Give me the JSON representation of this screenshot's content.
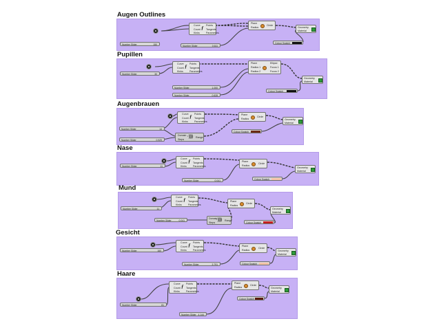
{
  "sections": [
    {
      "id": "augen",
      "title": "Augen Outlines",
      "divide": {
        "in": [
          "Curve",
          "Count",
          "Kinks"
        ],
        "out": [
          "Points",
          "Tangents",
          "Parameters"
        ]
      },
      "shape": {
        "in": [
          "Plane",
          "Radius"
        ],
        "out": [
          "Circle"
        ]
      },
      "preview": {
        "in": [
          "Geometry",
          "Material"
        ]
      },
      "sliders": [
        {
          "label": "Number Slider",
          "value": "150"
        },
        {
          "label": "Number Slider",
          "value": "0.611"
        }
      ],
      "swatch": {
        "label": "Colour Swatch",
        "color": "#111111"
      }
    },
    {
      "id": "pupillen",
      "title": "Pupillen",
      "divide": {
        "in": [
          "Curve",
          "Count",
          "Kinks"
        ],
        "out": [
          "Points",
          "Tangents",
          "Parameters"
        ]
      },
      "shape": {
        "in": [
          "Plane",
          "Radius 1",
          "Radius 2"
        ],
        "out": [
          "Ellipse",
          "Focus 1",
          "Focus 2"
        ]
      },
      "preview": {
        "in": [
          "Geometry",
          "Material"
        ]
      },
      "sliders": [
        {
          "label": "Number Slider",
          "value": "30"
        },
        {
          "label": "Number Slider",
          "value": "1.000"
        },
        {
          "label": "Number Slider",
          "value": "0.628"
        }
      ],
      "swatch": {
        "label": "Colour Swatch",
        "color": "#111111"
      }
    },
    {
      "id": "augenbrauen",
      "title": "Augenbrauen",
      "divide": {
        "in": [
          "Curve",
          "Count",
          "Kinks"
        ],
        "out": [
          "Points",
          "Tangents",
          "Parameters"
        ]
      },
      "shape": {
        "in": [
          "Plane",
          "Radius"
        ],
        "out": [
          "Circle"
        ]
      },
      "preview": {
        "in": [
          "Geometry",
          "Material"
        ]
      },
      "sliders": [
        {
          "label": "Number Slider",
          "value": "14"
        },
        {
          "label": "Number Slider",
          "value": "0.929"
        }
      ],
      "range": {
        "in": [
          "Domain",
          "Steps"
        ],
        "out": [
          "Range"
        ]
      },
      "swatch": {
        "label": "Colour Swatch",
        "color": "#6b2a14"
      }
    },
    {
      "id": "nase",
      "title": "Nase",
      "divide": {
        "in": [
          "Curve",
          "Count",
          "Kinks"
        ],
        "out": [
          "Points",
          "Tangents",
          "Parameters"
        ]
      },
      "shape": {
        "in": [
          "Plane",
          "Radius"
        ],
        "out": [
          "Circle"
        ]
      },
      "preview": {
        "in": [
          "Geometry",
          "Material"
        ]
      },
      "sliders": [
        {
          "label": "Number Slider",
          "value": "11"
        },
        {
          "label": "Number Slider",
          "value": "0.041"
        }
      ],
      "swatch": {
        "label": "Colour Swatch",
        "color": "#f4c4a8"
      }
    },
    {
      "id": "mund",
      "title": "Mund",
      "divide": {
        "in": [
          "Curve",
          "Count",
          "Kinks"
        ],
        "out": [
          "Points",
          "Tangents",
          "Parameters"
        ]
      },
      "shape": {
        "in": [
          "Plane",
          "Radius"
        ],
        "out": [
          "Circle"
        ]
      },
      "preview": {
        "in": [
          "Geometry",
          "Material"
        ]
      },
      "sliders": [
        {
          "label": "Number Slider",
          "value": "11"
        },
        {
          "label": "Number Slider",
          "value": "0.041"
        }
      ],
      "range": {
        "in": [
          "Domain",
          "Steps"
        ],
        "out": [
          "Range"
        ]
      },
      "swatch": {
        "label": "Colour Swatch",
        "color": "#c42020"
      }
    },
    {
      "id": "gesicht",
      "title": "Gesicht",
      "divide": {
        "in": [
          "Curve",
          "Count",
          "Kinks"
        ],
        "out": [
          "Points",
          "Tangents",
          "Parameters"
        ]
      },
      "shape": {
        "in": [
          "Plane",
          "Radius"
        ],
        "out": [
          "Circle"
        ]
      },
      "preview": {
        "in": [
          "Geometry",
          "Material"
        ]
      },
      "sliders": [
        {
          "label": "Number Slider",
          "value": "160"
        },
        {
          "label": "Number Slider",
          "value": "3.791"
        }
      ],
      "swatch": {
        "label": "Colour Swatch",
        "color": "#f4c4a8"
      }
    },
    {
      "id": "haare",
      "title": "Haare",
      "divide": {
        "in": [
          "Curve",
          "Count",
          "Kinks"
        ],
        "out": [
          "Points",
          "Tangents",
          "Parameters"
        ]
      },
      "shape": {
        "in": [
          "Plane",
          "Radius"
        ],
        "out": [
          "Circle"
        ]
      },
      "preview": {
        "in": [
          "Geometry",
          "Material"
        ]
      },
      "sliders": [
        {
          "label": "Number Slider",
          "value": "81"
        },
        {
          "label": "Number Slider",
          "value": "4.144"
        }
      ],
      "swatch": {
        "label": "Colour Swatch",
        "color": "#5a1a0e"
      }
    }
  ]
}
